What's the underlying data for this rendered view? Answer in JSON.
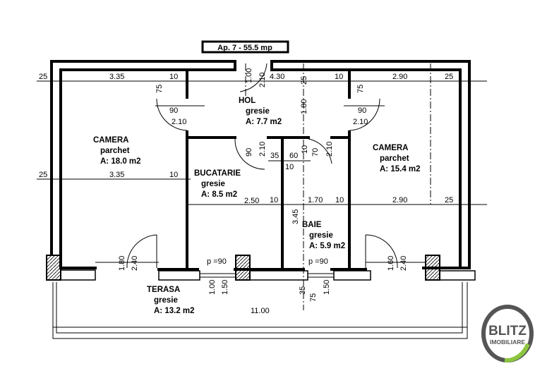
{
  "plan": {
    "title": "Ap. 7 - 55.5 mp",
    "rooms": [
      {
        "name": "CAMERA",
        "floor": "parchet",
        "area": "A: 18.0 m2"
      },
      {
        "name": "HOL",
        "floor": "gresie",
        "area": "A: 7.7 m2"
      },
      {
        "name": "BUCATARIE",
        "floor": "gresie",
        "area": "A: 8.5 m2"
      },
      {
        "name": "CAMERA",
        "floor": "parchet",
        "area": "A: 15.4 m2"
      },
      {
        "name": "BAIE",
        "floor": "gresie",
        "area": "A: 5.9 m2"
      },
      {
        "name": "TERASA",
        "floor": "gresie",
        "area": "A: 13.2 m2"
      }
    ],
    "dimensions": [
      "25",
      "3.35",
      "10",
      "4.30",
      "10",
      "2.90",
      "25",
      "90",
      "2.10",
      "90",
      "2.10",
      "35",
      "60",
      "10",
      "25",
      "3.35",
      "10",
      "2.50",
      "10",
      "1.70",
      "10",
      "2.90",
      "25",
      "p =90",
      "p =90",
      "11.00"
    ],
    "vertical_dimensions": [
      "75",
      "1.00",
      "2.10",
      "25",
      "1.80",
      "75",
      "90",
      "2.10",
      "10",
      "70",
      "2.10",
      "3.45",
      "1.80",
      "2.40",
      "1.60",
      "2.40",
      "1.00",
      "1.50",
      "35",
      "75",
      "1.50"
    ]
  },
  "logo": {
    "line1": "BLITZ",
    "line2": "IMOBILIARE",
    "ring_color": "#555555",
    "accent_color": "#8cc63f"
  }
}
